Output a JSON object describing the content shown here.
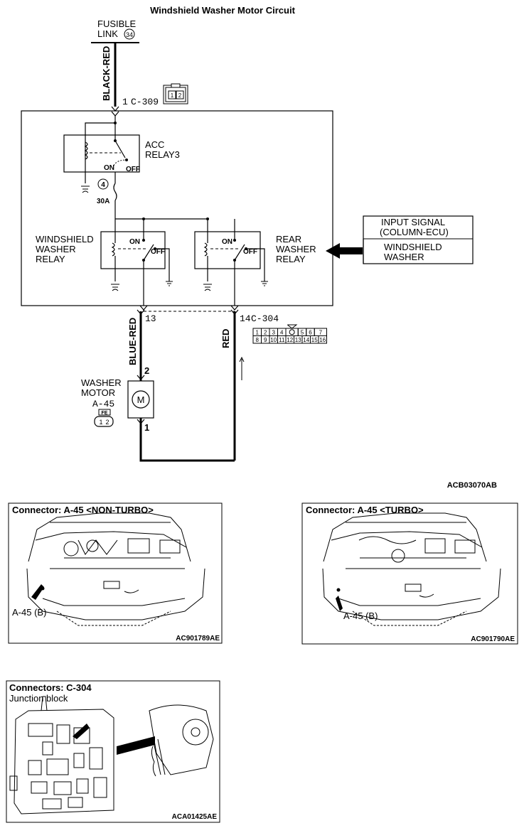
{
  "title": "Windshield Washer Motor Circuit",
  "fusible_link": {
    "line1": "FUSIBLE",
    "line2": "LINK",
    "number": "34"
  },
  "wires": {
    "black_red": "BLACK-RED",
    "blue_red": "BLUE-RED",
    "red": "RED"
  },
  "connector_c309": {
    "pin": "1",
    "name": "C-309",
    "pins": [
      "1",
      "2"
    ]
  },
  "acc_relay": {
    "line1": "ACC",
    "line2": "RELAY3",
    "on": "ON",
    "off": "OFF"
  },
  "fuse": {
    "number": "4",
    "rating": "30A"
  },
  "windshield_relay": {
    "line1": "WINDSHIELD",
    "line2": "WASHER",
    "line3": "RELAY",
    "on": "ON",
    "off": "OFF"
  },
  "rear_relay": {
    "line1": "REAR",
    "line2": "WASHER",
    "line3": "RELAY",
    "on": "ON",
    "off": "OFF"
  },
  "input_signal": {
    "line1": "INPUT SIGNAL",
    "line2": "(COLUMN-ECU)",
    "line3": "WINDSHIELD",
    "line4": "WASHER"
  },
  "connector_c304": {
    "pin_left": "13",
    "pin_right": "14",
    "name": "C-304",
    "pins_top": [
      "1",
      "2",
      "3",
      "4",
      "",
      "5",
      "6",
      "7"
    ],
    "pins_bottom": [
      "8",
      "9",
      "10",
      "11",
      "12",
      "13",
      "14",
      "15",
      "16"
    ]
  },
  "motor": {
    "line1": "WASHER",
    "line2": "MOTOR",
    "connector": "A-45",
    "pin_top": "2",
    "pin_bottom": "1",
    "symbol": "M",
    "conn_label": "FE",
    "pins": [
      "1",
      "2"
    ]
  },
  "diagram_code": "ACB03070AB",
  "panels": {
    "non_turbo": {
      "title": "Connector: A-45 <NON-TURBO>",
      "pointer": "A-45 (B)",
      "code": "AC901789AE"
    },
    "turbo": {
      "title": "Connector: A-45 <TURBO>",
      "pointer": "A-45 (B)",
      "code": "AC901790AE"
    },
    "c304": {
      "title": "Connectors: C-304",
      "subtitle": "Junction block",
      "code": "ACA01425AE"
    }
  }
}
